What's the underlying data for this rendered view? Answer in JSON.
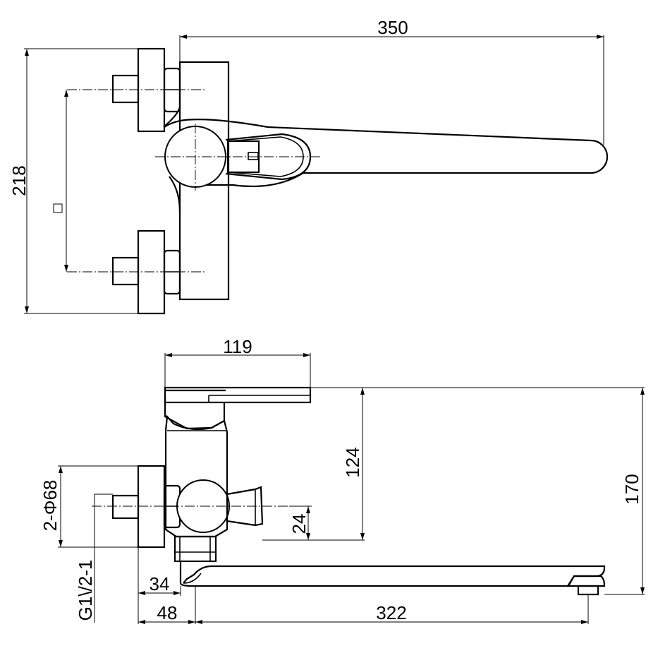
{
  "drawing": {
    "top_view": {
      "total_length": "350",
      "height": "218"
    },
    "side_view": {
      "handle_depth": "119",
      "lever_height": "124",
      "total_height": "170",
      "outlet_offset": "24",
      "flange": "2-Φ68",
      "thread": "G1\\/2-1",
      "body_offset": "34",
      "wall_offset": "48",
      "spout_reach": "322"
    }
  }
}
